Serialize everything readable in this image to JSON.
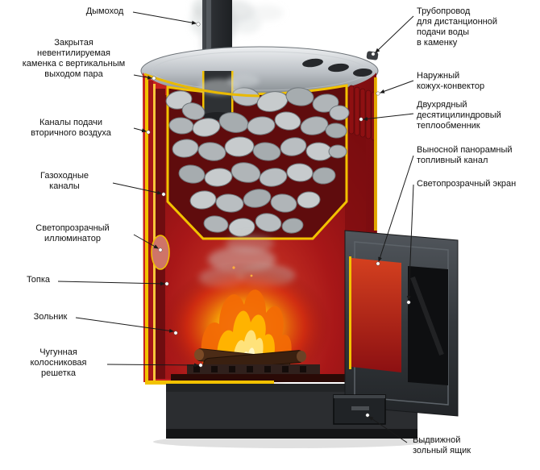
{
  "diagram": {
    "background": "#ffffff",
    "colors": {
      "body_red": "#b5161a",
      "edge_yellow": "#f2c200",
      "metal_gray": "#33363a",
      "stone_gray": "#b4b9bc",
      "fire_orange": "#ff8a00",
      "steel_light": "#d9dde0"
    },
    "labels": {
      "left": [
        {
          "id": "chimney",
          "text": "Дымоход"
        },
        {
          "id": "stone-chamber",
          "text": "Закрытая\nневентилируемая\nкаменка с вертикальным\nвыходом пара"
        },
        {
          "id": "secondary-air",
          "text": "Каналы подачи\nвторичного воздуха"
        },
        {
          "id": "gas-ducts",
          "text": "Газоходные\nканалы"
        },
        {
          "id": "illuminator",
          "text": "Светопрозрачный\nиллюминатор"
        },
        {
          "id": "firebox",
          "text": "Топка"
        },
        {
          "id": "ash-pan",
          "text": "Зольник"
        },
        {
          "id": "grate",
          "text": "Чугунная\nколосниковая\nрешетка"
        }
      ],
      "right": [
        {
          "id": "water-pipe",
          "text": "Трубопровод\nдля дистанционной\nподачи воды\nв каменку"
        },
        {
          "id": "outer-casing",
          "text": "Наружный\nкожух-конвектор"
        },
        {
          "id": "heat-exchanger",
          "text": "Двухрядный\nдесятицилиндровый\nтеплообменник"
        },
        {
          "id": "fuel-channel",
          "text": "Выносной панорамный\nтопливный канал"
        },
        {
          "id": "screen",
          "text": "Светопрозрачный экран"
        }
      ],
      "bottom": [
        {
          "id": "ash-drawer",
          "text": "Выдвижной\nзольный ящик"
        }
      ]
    }
  }
}
